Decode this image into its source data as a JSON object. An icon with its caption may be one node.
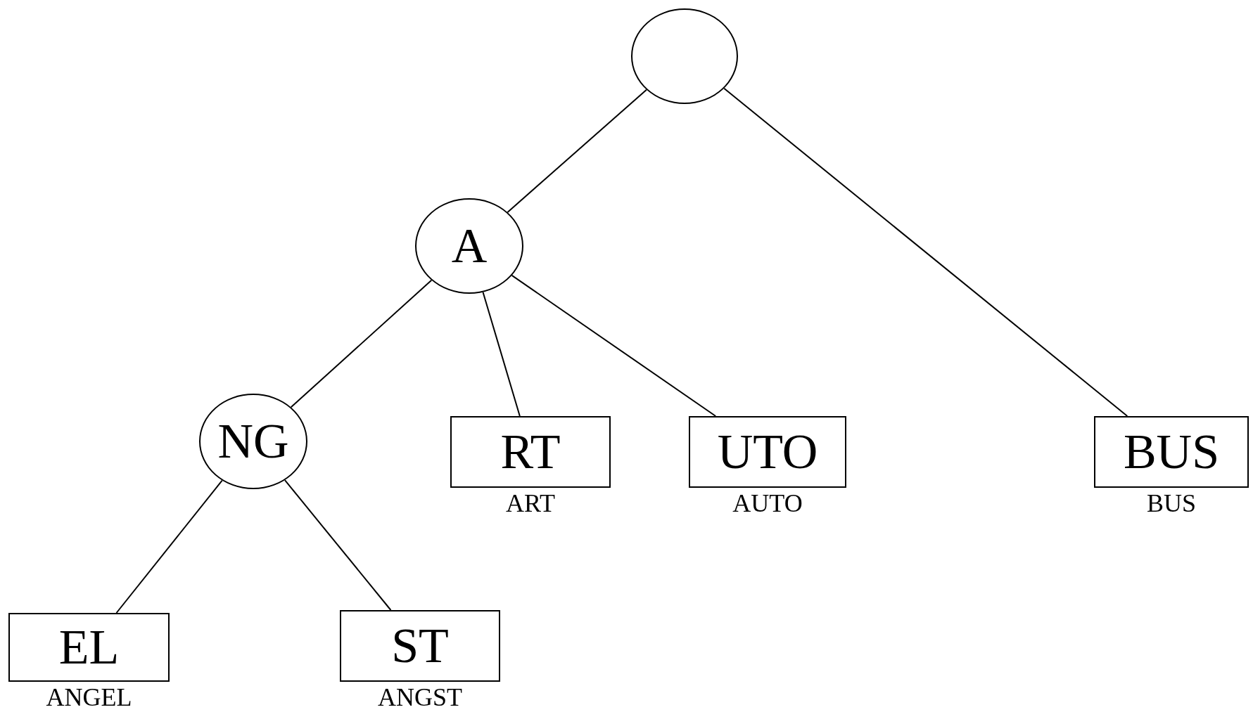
{
  "diagram": {
    "nodes": [
      {
        "text": [],
        "shape": "circle"
      },
      {
        "text": [
          "A"
        ]
      },
      {
        "text": [
          "NG"
        ]
      },
      {
        "text": [
          "RT"
        ],
        "beside": [
          "ART"
        ]
      },
      {
        "text": [
          "UTO"
        ],
        "beside": [
          "AUTO"
        ]
      },
      {
        "text": [
          "BUS"
        ],
        "beside": [
          "BUS"
        ]
      },
      {
        "text": [
          "EL"
        ],
        "beside": [
          "ANGEL"
        ]
      },
      {
        "text": [
          "ST"
        ],
        "beside": [
          "ANGST"
        ]
      }
    ],
    "edges": [
      {
        "from": 0,
        "to": 1,
        "arrow": "none"
      },
      {
        "from": 0,
        "to": 5,
        "arrow": "none"
      },
      {
        "from": 1,
        "to": 2,
        "arrow": "none"
      },
      {
        "from": 1,
        "to": 3,
        "arrow": "none"
      },
      {
        "from": 1,
        "to": 4,
        "arrow": "none"
      },
      {
        "from": 2,
        "to": 6,
        "arrow": "none"
      },
      {
        "from": 2,
        "to": 7,
        "arrow": "none"
      }
    ]
  }
}
